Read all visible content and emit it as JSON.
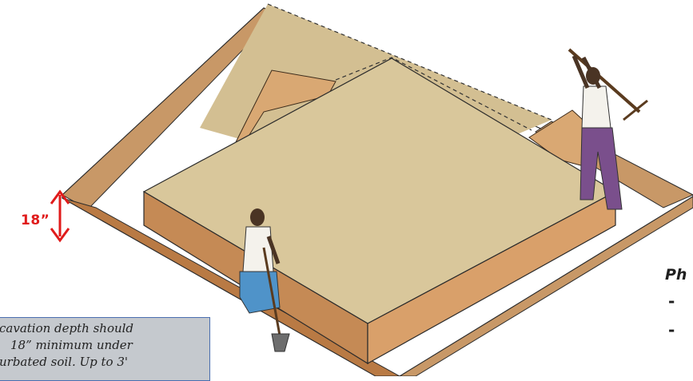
{
  "depth_label": "18”",
  "phase_heading": "Ph",
  "phase_items": [
    "-",
    "-"
  ],
  "note": {
    "lines": [
      "cavation depth should",
      "18” minimum under",
      "urbated soil. Up to 3'"
    ]
  },
  "colors": {
    "slab_top": "#d9c79b",
    "slab_side_front": "#c58a55",
    "slab_side_right": "#d9a06a",
    "trench_floor": "#c89867",
    "trench_wall": "#b97a44",
    "dimension_arrow": "#e01b1b",
    "note_background": "#c5c9ce",
    "note_border": "#4a6fb0"
  }
}
